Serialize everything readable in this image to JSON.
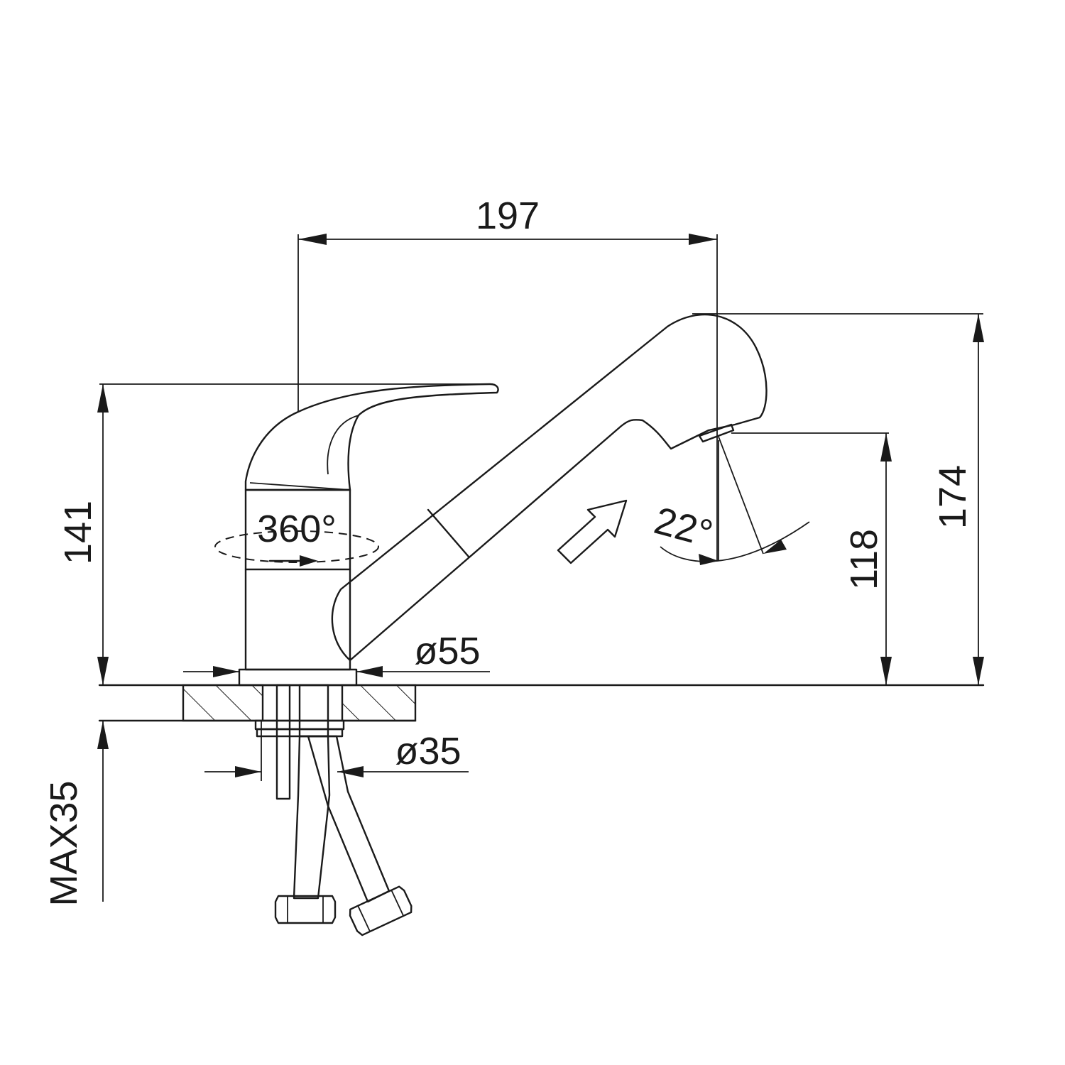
{
  "dimensions": {
    "spout_reach": "197",
    "total_height": "174",
    "lever_height": "141",
    "outlet_height": "118",
    "body_diameter": "ø55",
    "hole_diameter": "ø35",
    "max_thickness": "MAX35",
    "rotation": "360°",
    "spray_angle": "22°"
  },
  "colors": {
    "line": "#1a1a1a",
    "background": "#ffffff"
  }
}
